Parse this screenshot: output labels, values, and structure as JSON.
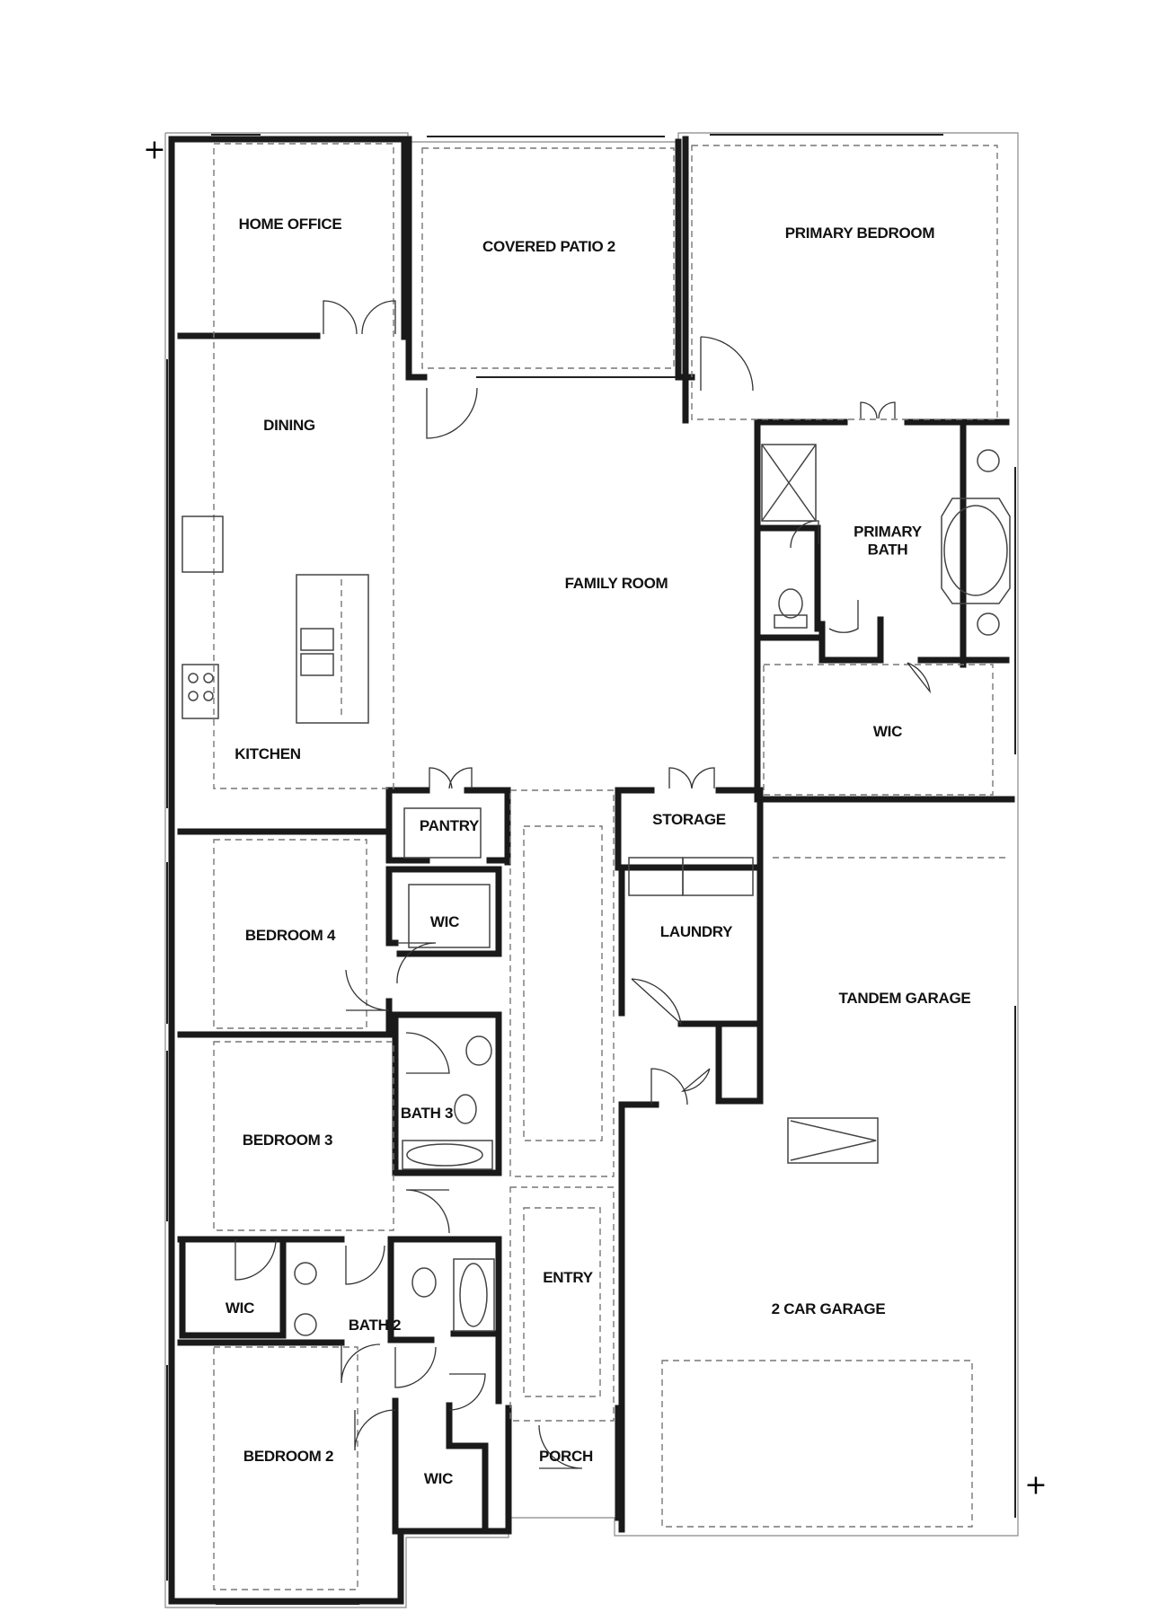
{
  "rooms": {
    "home_office": "HOME OFFICE",
    "covered_patio": "COVERED PATIO 2",
    "primary_bedroom": "PRIMARY BEDROOM",
    "dining": "DINING",
    "family_room": "FAMILY ROOM",
    "primary_bath_line1": "PRIMARY",
    "primary_bath_line2": "BATH",
    "wic_primary": "WIC",
    "kitchen": "KITCHEN",
    "pantry": "PANTRY",
    "storage": "STORAGE",
    "laundry": "LAUNDRY",
    "bedroom4": "BEDROOM 4",
    "wic_bed4": "WIC",
    "tandem_garage": "TANDEM GARAGE",
    "bath3": "BATH 3",
    "bedroom3": "BEDROOM 3",
    "entry": "ENTRY",
    "wic_bed3": "WIC",
    "bath2": "BATH 2",
    "two_car_garage": "2 CAR GARAGE",
    "bedroom2": "BEDROOM 2",
    "porch": "PORCH",
    "wic_bed2": "WIC"
  },
  "markers": {
    "top_left": "+",
    "bottom_right": "+"
  }
}
